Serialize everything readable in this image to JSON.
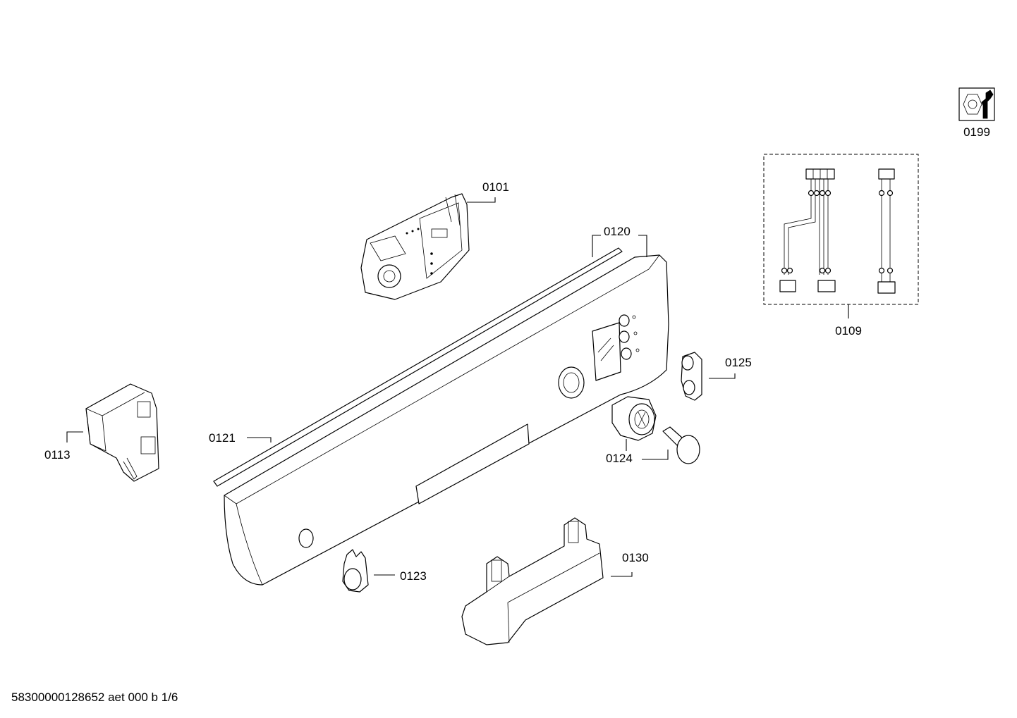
{
  "parts": [
    {
      "id": "tool",
      "label": "0199"
    },
    {
      "id": "module",
      "label": "0101"
    },
    {
      "id": "panel",
      "label": "0120"
    },
    {
      "id": "harness",
      "label": "0109"
    },
    {
      "id": "push-button",
      "label": "0125"
    },
    {
      "id": "seal-strip",
      "label": "0121"
    },
    {
      "id": "switch",
      "label": "0113"
    },
    {
      "id": "knob",
      "label": "0124"
    },
    {
      "id": "small-button",
      "label": "0123"
    },
    {
      "id": "cover",
      "label": "0130"
    }
  ],
  "footer": "58300000128652 aet 000 b 1/6"
}
